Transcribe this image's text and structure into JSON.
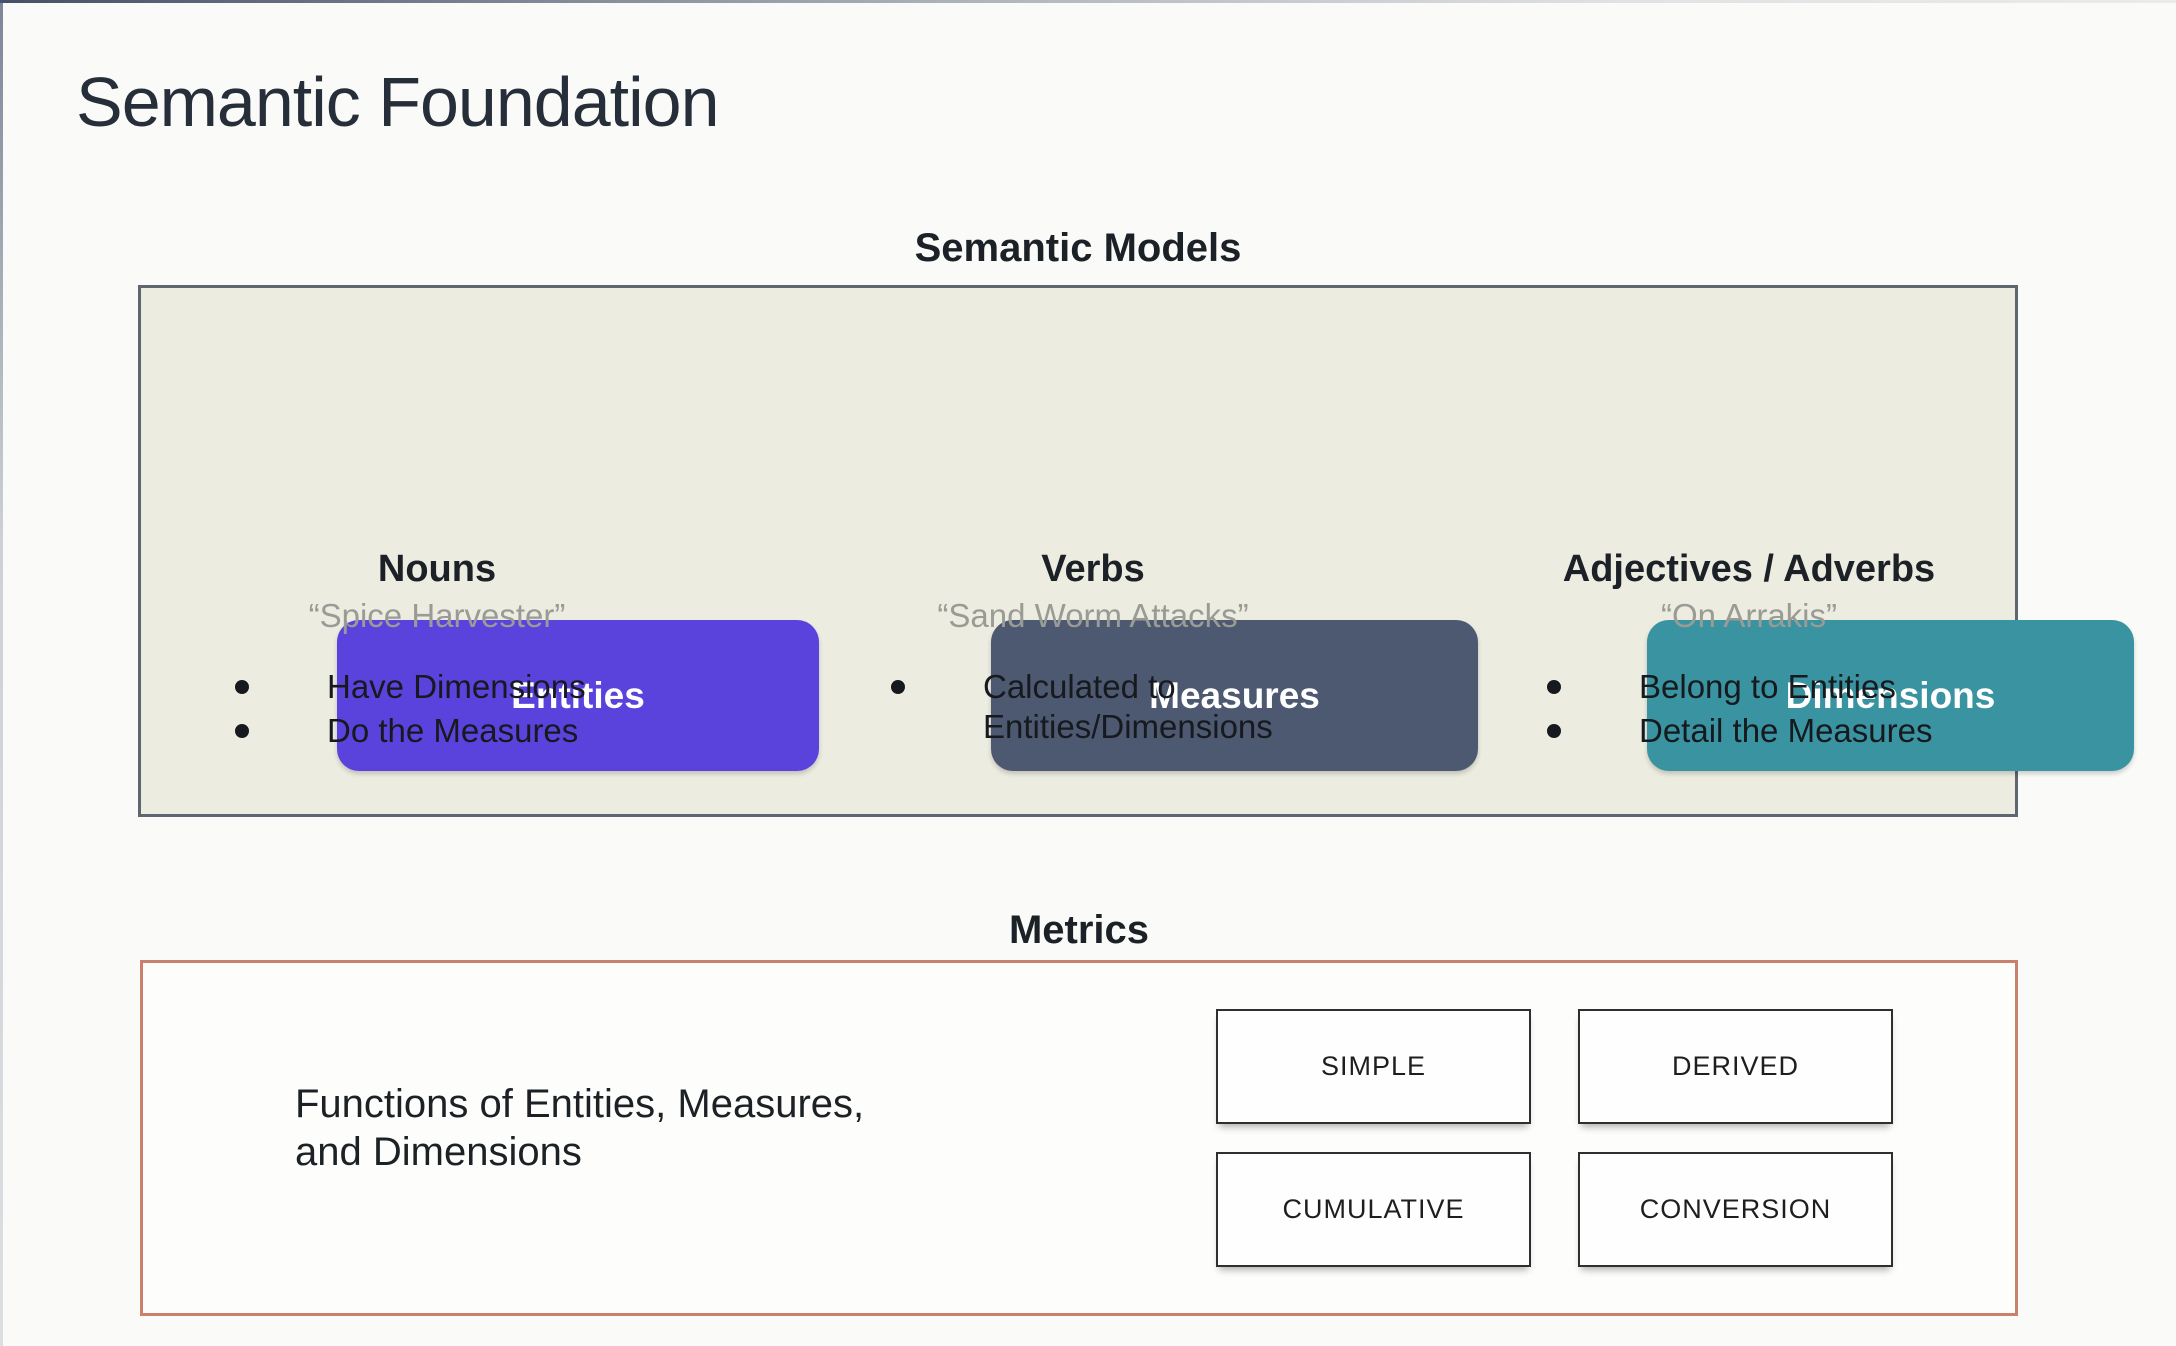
{
  "page": {
    "title": "Semantic Foundation"
  },
  "semantic_models": {
    "label": "Semantic Models",
    "columns": [
      {
        "box": "Entities",
        "heading": "Nouns",
        "quote": "“Spice Harvester”",
        "bullets": [
          "Have Dimensions",
          "Do the Measures"
        ]
      },
      {
        "box": "Measures",
        "heading": "Verbs",
        "quote": "“Sand Worm Attacks”",
        "bullets": [
          "Calculated to\nEntities/Dimensions"
        ]
      },
      {
        "box": "Dimensions",
        "heading": "Adjectives / Adverbs",
        "quote": "“On Arrakis”",
        "bullets": [
          "Belong to Entities",
          "Detail the Measures"
        ]
      }
    ]
  },
  "metrics": {
    "label": "Metrics",
    "description": "Functions of Entities, Measures,\nand Dimensions",
    "types": [
      "SIMPLE",
      "DERIVED",
      "CUMULATIVE",
      "CONVERSION"
    ]
  },
  "colors": {
    "entities_box": "#5a43dd",
    "measures_box": "#4d5971",
    "dimensions_box": "#3a93a0",
    "models_panel_bg": "#edece1",
    "models_panel_border": "#5f666f",
    "metrics_panel_border": "#c9806c"
  }
}
